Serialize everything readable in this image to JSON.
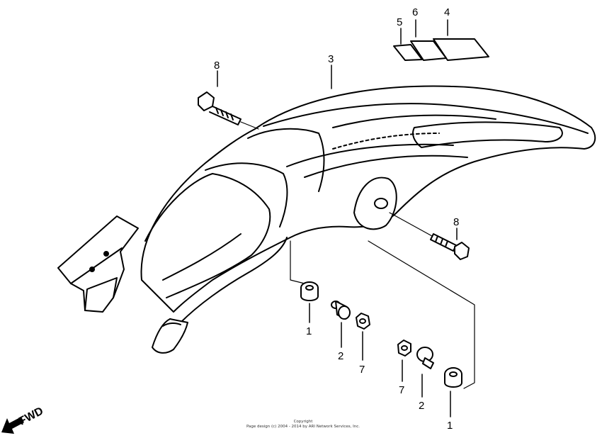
{
  "callouts": {
    "c1a": "1",
    "c1b": "1",
    "c2a": "2",
    "c2b": "2",
    "c3": "3",
    "c4": "4",
    "c5": "5",
    "c6": "6",
    "c7a": "7",
    "c7b": "7",
    "c8a": "8",
    "c8b": "8"
  },
  "direction_label": "FWD",
  "copyright": {
    "line1": "Copyright",
    "line2": "Page design (c) 2004 - 2014 by ARI Network Services, Inc."
  }
}
